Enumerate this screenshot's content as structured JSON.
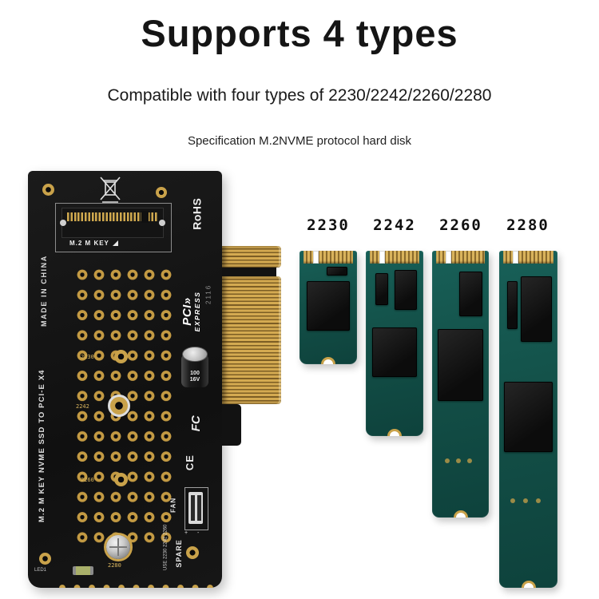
{
  "header": {
    "title": "Supports 4 types",
    "subtitle": "Compatible with four types of 2230/2242/2260/2280",
    "spec_line": "Specification M.2NVME protocol hard disk"
  },
  "adapter": {
    "rohs": "RoHS",
    "made_in_china": "MADE IN CHINA",
    "edge_text": "M.2 M KEY NVME SSD TO PCI-E X4",
    "slot_label": "M.2 M KEY",
    "pci_logo": "PCI",
    "pci_chevrons": "»",
    "pci_express": "EXPRESS",
    "batch_code": "2116",
    "capacitor_value": "100",
    "capacitor_voltage": "16V",
    "fcc_mark": "FC",
    "ce_mark": "CE",
    "fan_label": "FAN",
    "fan_polarity": "+ -",
    "use_note": "USE 2230 2242 2260",
    "spare_label": "SPARE",
    "led_label": "LED1",
    "standoff_labels": [
      "2230",
      "2242",
      "2260",
      "2280"
    ]
  },
  "ssds": [
    {
      "label": "2230"
    },
    {
      "label": "2242"
    },
    {
      "label": "2260"
    },
    {
      "label": "2280"
    }
  ],
  "colors": {
    "background": "#ffffff",
    "board": "#141414",
    "gold": "#c9a24a",
    "ssd_pcb": "#135048",
    "text": "#111111"
  }
}
